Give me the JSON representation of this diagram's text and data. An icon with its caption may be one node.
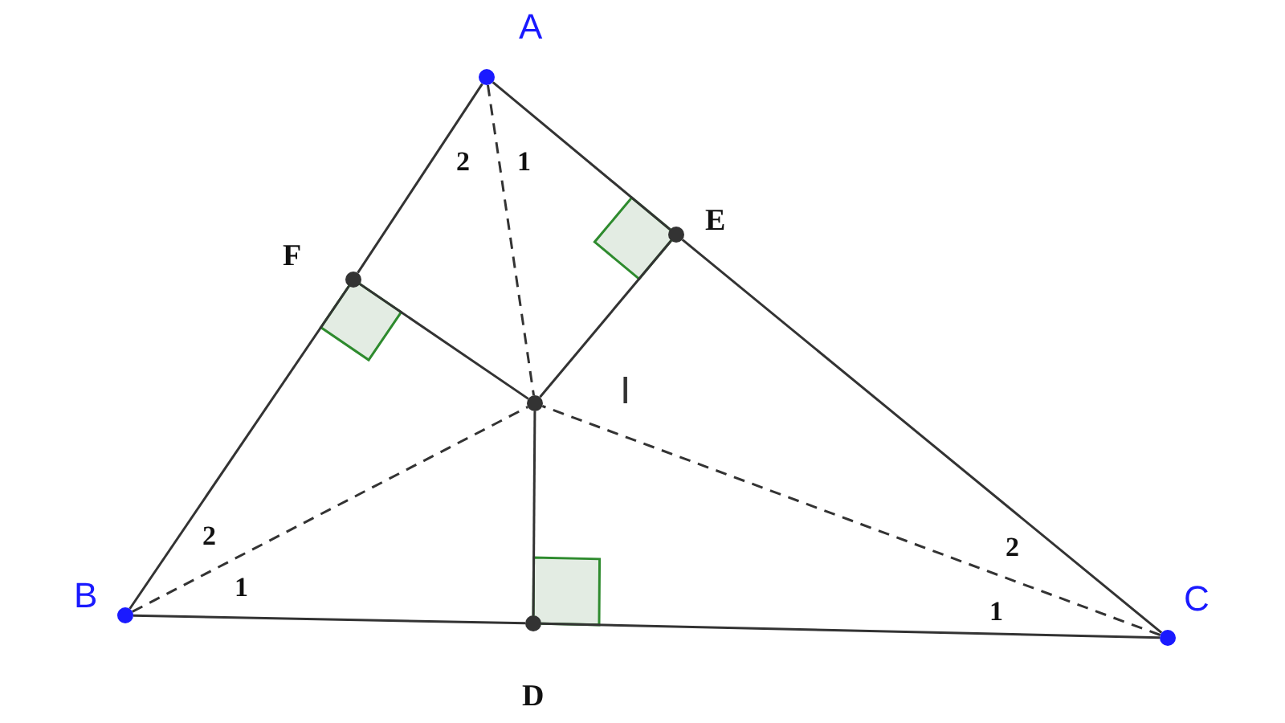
{
  "diagram": {
    "nodes": [
      {
        "text": [],
        "shape": "circle",
        "beside": [
          "A"
        ]
      },
      {
        "text": [],
        "shape": "circle",
        "beside": [
          "F"
        ]
      },
      {
        "text": [],
        "shape": "circle",
        "beside": [
          "E"
        ]
      },
      {
        "text": [],
        "shape": "circle",
        "beside": [
          "I"
        ]
      },
      {
        "text": [],
        "shape": "circle",
        "beside": [
          "B"
        ]
      },
      {
        "text": [],
        "shape": "circle",
        "beside": [
          "D"
        ]
      },
      {
        "text": [],
        "shape": "circle",
        "beside": [
          "C"
        ]
      }
    ],
    "edges": [
      {
        "from": 0,
        "to": 1,
        "arrow": "none"
      },
      {
        "from": 1,
        "to": 4,
        "arrow": "none"
      },
      {
        "from": 0,
        "to": 2,
        "arrow": "none"
      },
      {
        "from": 2,
        "to": 6,
        "arrow": "none"
      },
      {
        "from": 4,
        "to": 5,
        "arrow": "none"
      },
      {
        "from": 5,
        "to": 6,
        "arrow": "none"
      },
      {
        "from": 1,
        "to": 3,
        "arrow": "none"
      },
      {
        "from": 2,
        "to": 3,
        "arrow": "none"
      },
      {
        "from": 3,
        "to": 5,
        "arrow": "none"
      },
      {
        "from": 0,
        "to": 3,
        "arrow": "none",
        "style": "dashed"
      },
      {
        "from": 4,
        "to": 3,
        "arrow": "none",
        "style": "dashed"
      },
      {
        "from": 6,
        "to": 3,
        "arrow": "none",
        "style": "dashed"
      }
    ],
    "labels": [
      "2",
      "1",
      "2",
      "1",
      "2",
      "1"
    ]
  }
}
